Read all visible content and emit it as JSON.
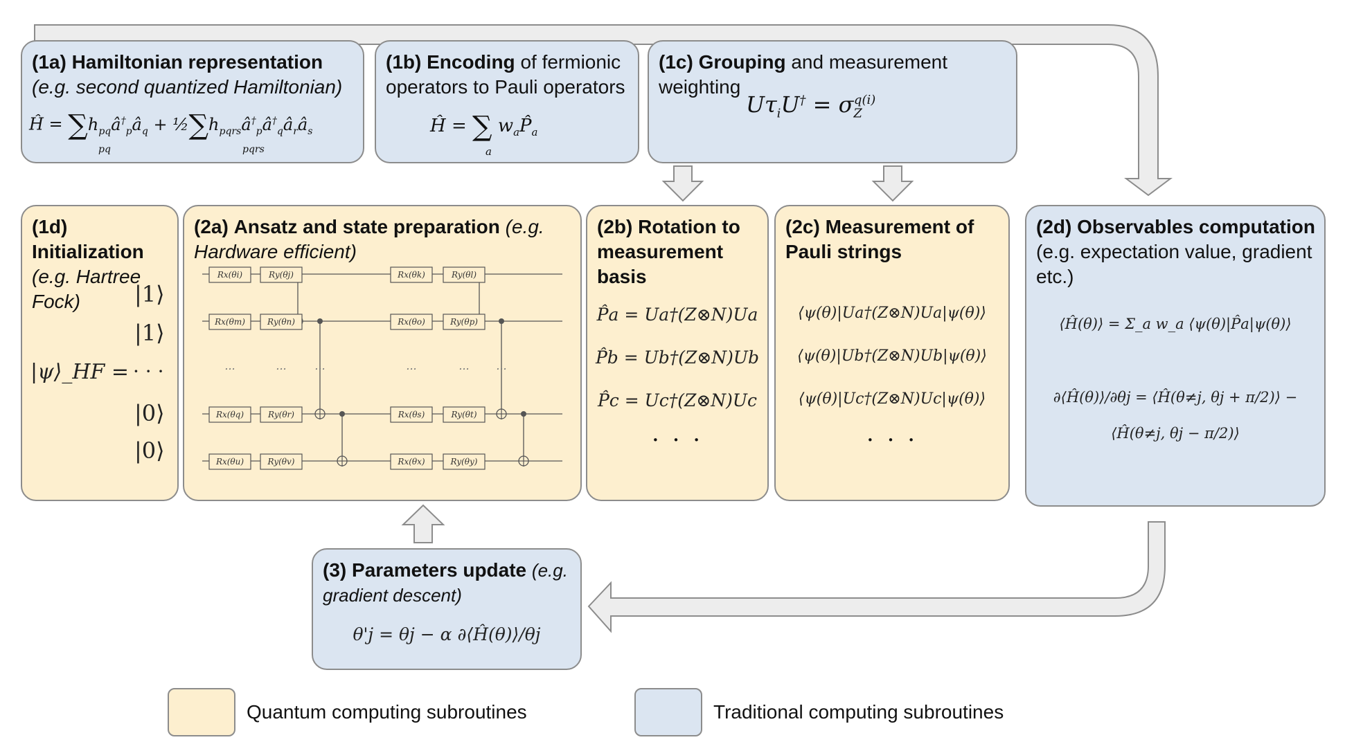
{
  "boxes": {
    "b1a": {
      "id": "(1a)",
      "bold": "Hamiltonian representation",
      "italic": "(e.g. second quantized Hamiltonian)",
      "eq": "Ĥ = Σ h_pq â†_p â_q + ½ Σ h_pqrs â†_p â†_q â_r â_s"
    },
    "b1b": {
      "id": "(1b)",
      "bold": "Encoding",
      "plain": "of fermionic operators to Pauli operators",
      "eq": "Ĥ = Σ_a w_a P̂_a"
    },
    "b1c": {
      "id": "(1c)",
      "bold": "Grouping",
      "plain": "and measurement weighting",
      "eq": "Uτ_i U† = σ_Z^q(i)"
    },
    "b1d": {
      "id": "(1d)",
      "bold": "Initialization",
      "italic": "(e.g. Hartree Fock)",
      "kets": [
        "|1⟩",
        "|1⟩",
        "· · ·",
        "|0⟩",
        "|0⟩"
      ],
      "lhs": "|ψ⟩_HF ="
    },
    "b2a": {
      "id": "(2a)",
      "bold": "Ansatz and state preparation",
      "italic": "(e.g. Hardware efficient)",
      "gates": {
        "row1": [
          "Rx(θi)",
          "Ry(θj)",
          "Rx(θk)",
          "Ry(θl)"
        ],
        "row2": [
          "Rx(θm)",
          "Ry(θn)",
          "Rx(θo)",
          "Ry(θp)"
        ],
        "row3": [
          "Rx(θq)",
          "Ry(θr)",
          "Rx(θs)",
          "Ry(θt)"
        ],
        "row4": [
          "Rx(θu)",
          "Ry(θv)",
          "Rx(θx)",
          "Ry(θy)"
        ]
      },
      "ellipsis": "..."
    },
    "b2b": {
      "id": "(2b)",
      "bold": "Rotation to measurement basis",
      "eqs": [
        "P̂a = Ua†(Z⊗N)Ua",
        "P̂b = Ub†(Z⊗N)Ub",
        "P̂c = Uc†(Z⊗N)Uc"
      ],
      "dots": "· · ·"
    },
    "b2c": {
      "id": "(2c)",
      "bold": "Measurement of Pauli strings",
      "eqs": [
        "⟨ψ(θ)|Ua†(Z⊗N)Ua|ψ(θ)⟩",
        "⟨ψ(θ)|Ub†(Z⊗N)Ub|ψ(θ)⟩",
        "⟨ψ(θ)|Uc†(Z⊗N)Uc|ψ(θ)⟩"
      ],
      "dots": "· · ·"
    },
    "b2d": {
      "id": "(2d)",
      "bold": "Observables computation",
      "plain": "(e.g. expectation value, gradient etc.)",
      "eq1": "⟨Ĥ(θ)⟩ = Σ_a w_a ⟨ψ(θ)|P̂a|ψ(θ)⟩",
      "eq2": "∂⟨Ĥ(θ)⟩/∂θj = ⟨Ĥ(θ≠j, θj + π/2)⟩ − ⟨Ĥ(θ≠j, θj − π/2)⟩"
    },
    "b3": {
      "id": "(3)",
      "bold": "Parameters update",
      "italic": "(e.g. gradient descent)",
      "eq": "θ'j = θj − α ∂⟨Ĥ(θ)⟩/θj"
    }
  },
  "legend": {
    "quantum": {
      "label": "Quantum computing subroutines",
      "color": "#fdefcf"
    },
    "traditional": {
      "label": "Traditional computing subroutines",
      "color": "#dbe5f1"
    }
  },
  "colors": {
    "quantum": "#fdefcf",
    "traditional": "#dbe5f1",
    "border": "#8c8c8c",
    "arrow_fill": "#ededed"
  }
}
